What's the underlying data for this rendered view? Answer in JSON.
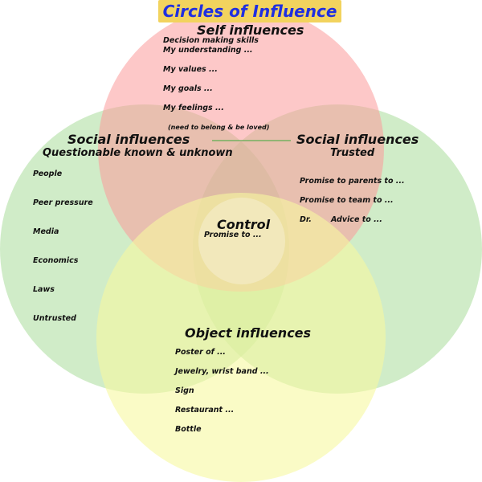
{
  "title": "Circles of Influence",
  "self": {
    "heading": "Self influences",
    "items": [
      "Decision making skills",
      "My understanding ...",
      "My values ...",
      "My goals ...",
      "My feelings ..."
    ],
    "note": "(need to belong & be loved)"
  },
  "social_left": {
    "heading": "Social influences",
    "subheading": "Questionable known & unknown",
    "items": [
      "People",
      "Peer pressure",
      "Media",
      "Economics",
      "Laws",
      "Untrusted"
    ]
  },
  "social_right": {
    "heading": "Social influences",
    "subheading": "Trusted",
    "items": [
      "Promise to parents to ...",
      "Promise to team to ...",
      "Dr.",
      "Advice to ..."
    ]
  },
  "control": {
    "heading": "Control",
    "item": "Promise to ..."
  },
  "object": {
    "heading": "Object influences",
    "items": [
      "Poster of ...",
      "Jewelry, wrist band  ...",
      "Sign",
      "Restaurant ...",
      "Bottle"
    ]
  },
  "colors": {
    "title_bg": "#f2d35e",
    "title_text": "#1f2fe0",
    "self_circle": "#fb9a9a",
    "social_circle": "#a9dc9a",
    "object_circle": "#f6f8a0",
    "connector_line": "#3aa83a"
  }
}
